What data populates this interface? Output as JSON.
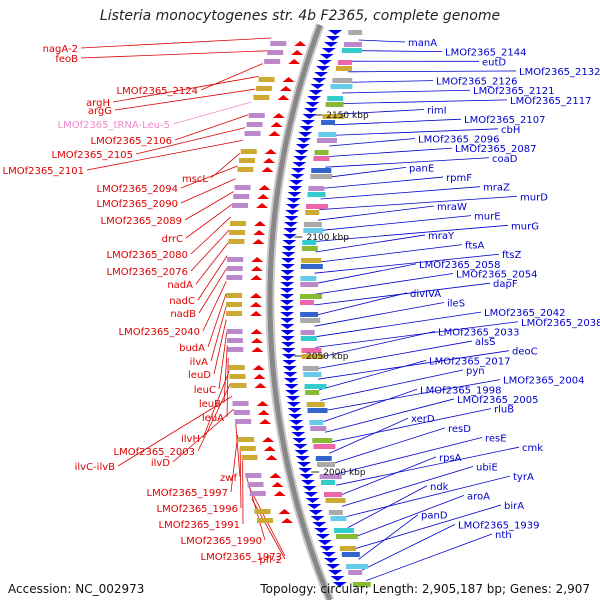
{
  "title": "Listeria monocytogenes str. 4b F2365, complete genome",
  "accession_label": "Accession: NC_002973",
  "topology_label": "Topology: circular; Length: 2,905,187 bp; Genes: 2,907",
  "colors": {
    "left_label": "#dd0000",
    "left_trna": "#ee88cc",
    "right_label": "#0000cc",
    "backbone": "#888888",
    "forward_gene": "#ee0000",
    "reverse_gene": "#0000ee"
  },
  "left_labels": [
    {
      "text": "nagA-2",
      "trna": false
    },
    {
      "text": "feoB",
      "trna": false
    },
    {
      "text": "LMOf2365_2124",
      "trna": false
    },
    {
      "text": "argH",
      "trna": false
    },
    {
      "text": "argG",
      "trna": false
    },
    {
      "text": "LMOf2365_tRNA-Leu-5",
      "trna": true
    },
    {
      "text": "LMOf2365_2106",
      "trna": false
    },
    {
      "text": "LMOf2365_2105",
      "trna": false
    },
    {
      "text": "LMOf2365_2101",
      "trna": false
    },
    {
      "text": "mscL",
      "trna": false
    },
    {
      "text": "LMOf2365_2094",
      "trna": false
    },
    {
      "text": "LMOf2365_2090",
      "trna": false
    },
    {
      "text": "LMOf2365_2089",
      "trna": false
    },
    {
      "text": "drrC",
      "trna": false
    },
    {
      "text": "LMOf2365_2080",
      "trna": false
    },
    {
      "text": "LMOf2365_2076",
      "trna": false
    },
    {
      "text": "nadA",
      "trna": false
    },
    {
      "text": "nadC",
      "trna": false
    },
    {
      "text": "nadB",
      "trna": false
    },
    {
      "text": "LMOf2365_2040",
      "trna": false
    },
    {
      "text": "budA",
      "trna": false
    },
    {
      "text": "ilvA",
      "trna": false
    },
    {
      "text": "leuD",
      "trna": false
    },
    {
      "text": "leuC",
      "trna": false
    },
    {
      "text": "leuB",
      "trna": false
    },
    {
      "text": "leuA",
      "trna": false
    },
    {
      "text": "ilvH",
      "trna": false
    },
    {
      "text": "LMOf2365_2003",
      "trna": false
    },
    {
      "text": "ilvC-ilvB",
      "trna": false
    },
    {
      "text": "ilvD",
      "trna": false
    },
    {
      "text": "zwf",
      "trna": false
    },
    {
      "text": "LMOf2365_1997",
      "trna": false
    },
    {
      "text": "LMOf2365_1996",
      "trna": false
    },
    {
      "text": "LMOf2365_1991",
      "trna": false
    },
    {
      "text": "LMOf2365_1990",
      "trna": false
    },
    {
      "text": "LMOf2365_1973",
      "trna": false
    },
    {
      "text": "pfl-2",
      "trna": false
    }
  ],
  "right_labels": [
    "manA",
    "LMOf2365_2144",
    "eutD",
    "LMOf2365_2132",
    "LMOf2365_2126",
    "LMOf2365_2121",
    "LMOf2365_2117",
    "rimI",
    "LMOf2365_2107",
    "cbH",
    "LMOf2365_2096",
    "LMOf2365_2087",
    "coaD",
    "panE",
    "rpmF",
    "mraZ",
    "murD",
    "mraW",
    "murE",
    "murG",
    "mraY",
    "ftsA",
    "ftsZ",
    "LMOf2365_2058",
    "LMOf2365_2054",
    "dapF",
    "divIVA",
    "ileS",
    "LMOf2365_2042",
    "LMOf2365_2038",
    "LMOf2365_2033",
    "alsS",
    "deoC",
    "LMOf2365_2017",
    "pyn",
    "LMOf2365_2004",
    "LMOf2365_1998",
    "LMOf2365_2005",
    "rluB",
    "xerD",
    "resD",
    "resE",
    "cmk",
    "rpsA",
    "ubiE",
    "tyrA",
    "ndk",
    "aroA",
    "birA",
    "panD",
    "LMOf2365_1939",
    "nth"
  ],
  "scale_labels": [
    "2150 kbp",
    "2100 kbp",
    "2050 kbp",
    "2000 kbp"
  ]
}
